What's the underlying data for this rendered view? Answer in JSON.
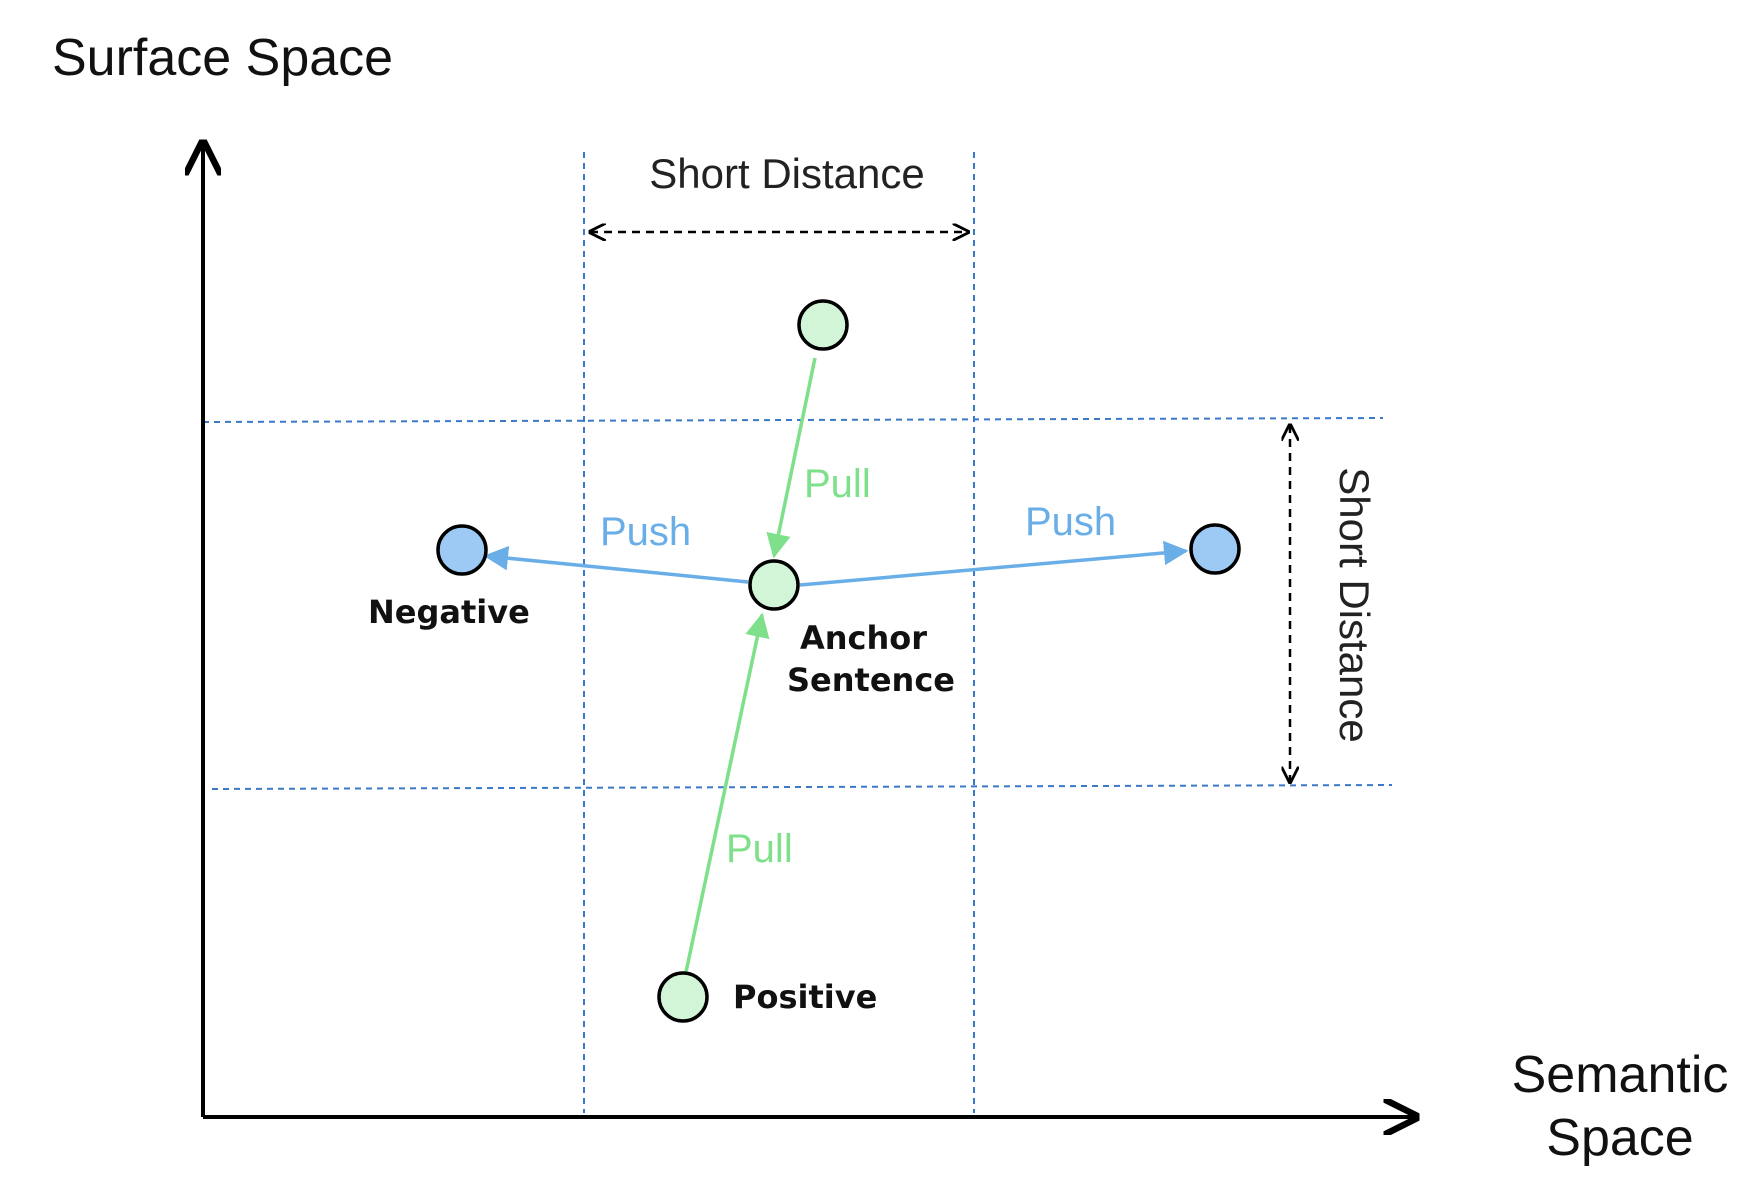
{
  "axes": {
    "y_title": "Surface Space",
    "x_title_line1": "Semantic",
    "x_title_line2": "Space"
  },
  "dimensions": {
    "horizontal_label": "Short Distance",
    "vertical_label": "Short Distance"
  },
  "forces": {
    "pull_top": "Pull",
    "pull_bottom": "Pull",
    "push_left": "Push",
    "push_right": "Push"
  },
  "points": {
    "anchor_line1": "Anchor",
    "anchor_line2": "Sentence",
    "negative": "Negative",
    "positive": "Positive"
  },
  "colors": {
    "pull_green": "#7ee08a",
    "push_blue": "#6aaee8",
    "green_fill": "#d2f5d8",
    "blue_fill": "#9ccaf5",
    "guide_blue": "#3a78c8",
    "axis_black": "#000000"
  }
}
